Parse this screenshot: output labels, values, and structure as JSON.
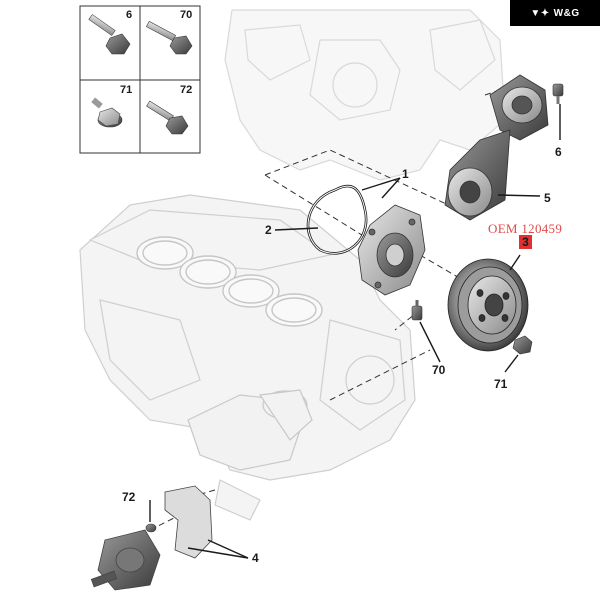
{
  "watermark": {
    "brand": "W&G",
    "logo_icon": "wings-logo-icon"
  },
  "fastener_grid": {
    "cells": [
      {
        "ref": "6"
      },
      {
        "ref": "70"
      },
      {
        "ref": "71"
      },
      {
        "ref": "72"
      }
    ]
  },
  "callouts": {
    "gasket": "1",
    "water_pump": "2",
    "pulley": "3",
    "sensors": "4",
    "tensioner": "5",
    "bolt_top": "6",
    "bolt_pump": "70",
    "nut_pulley": "71",
    "bolt_sensor": "72"
  },
  "oem_note": "OEM 120459",
  "highlight_ref": "3",
  "colors": {
    "highlight": "#e03030",
    "oem_text": "#e04a4a",
    "ink": "#1a1a1a",
    "ghost_lines": "#d9d9d9"
  }
}
